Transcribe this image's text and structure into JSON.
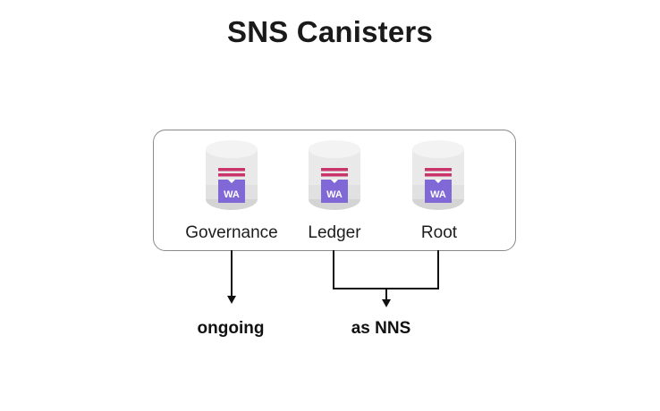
{
  "title": "SNS Canisters",
  "canisters": [
    {
      "name": "Governance",
      "badge": "WA",
      "icon": "canister-icon"
    },
    {
      "name": "Ledger",
      "badge": "WA",
      "icon": "canister-icon"
    },
    {
      "name": "Root",
      "badge": "WA",
      "icon": "canister-icon"
    }
  ],
  "outcomes": {
    "governance": "ongoing",
    "ledger_root": "as NNS"
  },
  "colors": {
    "cylinder": "#e8e8e8",
    "cylinder_shadow": "#d2d2d2",
    "stripe": "#c9356a",
    "badge": "#8068d6",
    "line": "#111111",
    "panel_border": "#8a8a8a"
  }
}
